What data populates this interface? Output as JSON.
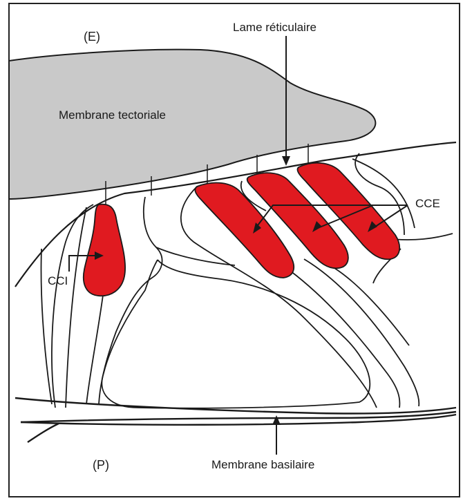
{
  "labels": {
    "top_side": "(E)",
    "bottom_side": "(P)",
    "lame_reticulaire": "Lame réticulaire",
    "membrane_tectoriale": "Membrane tectoriale",
    "cce": "CCE",
    "cci": "CCI",
    "membrane_basilaire": "Membrane basilaire"
  },
  "colors": {
    "hair_cell_fill": "#e01a20",
    "tectorial_fill": "#c9c9c9",
    "outline": "#1a1a1a",
    "frame": "#222222"
  }
}
